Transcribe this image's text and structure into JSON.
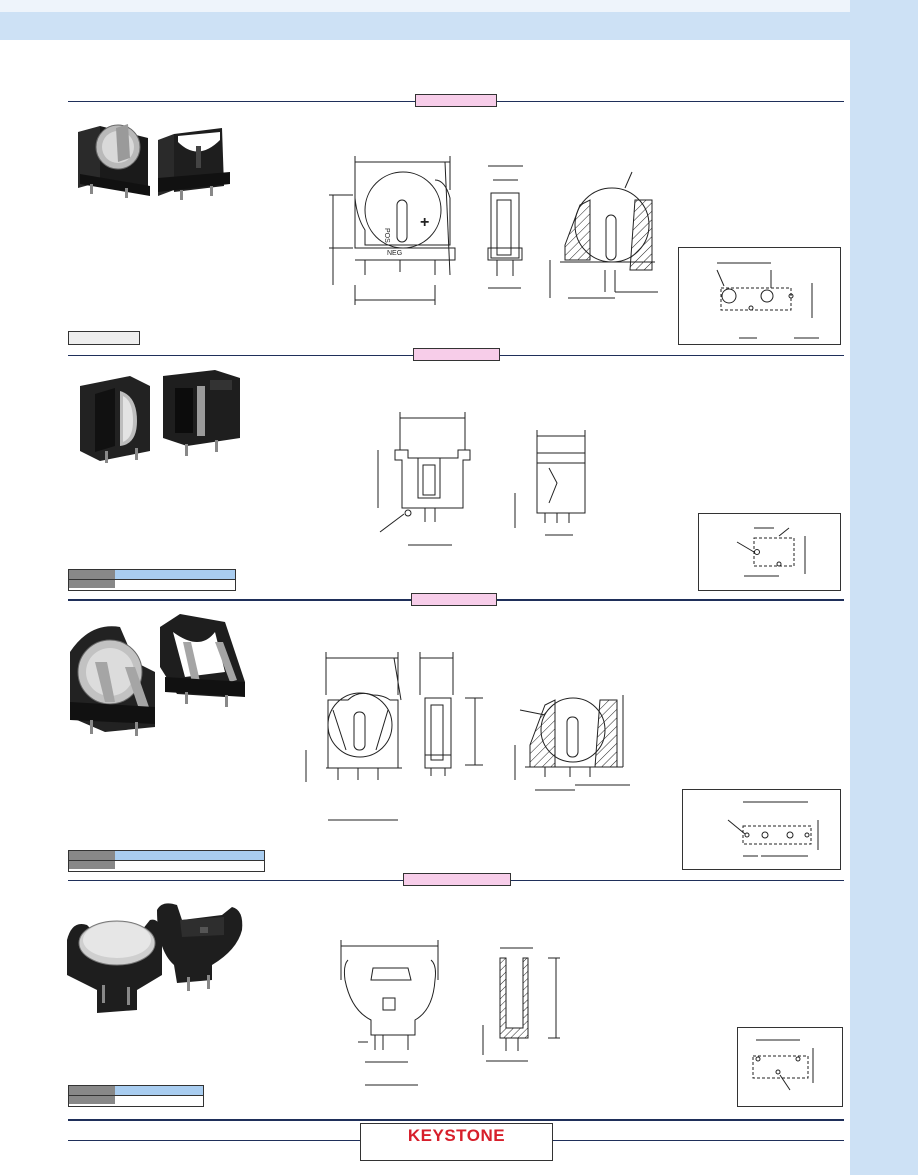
{
  "brand": {
    "logo_text": "KEYSTONE",
    "logo_color": "#d71f2b"
  },
  "theme": {
    "band_color": "#cde1f5",
    "tab_color": "#f7cde9",
    "table_highlight": "#a9cdf0",
    "line_color": "#1f2f5a"
  },
  "drawing_labels": {
    "pos": "POS",
    "neg": "NEG",
    "plus": "+"
  }
}
